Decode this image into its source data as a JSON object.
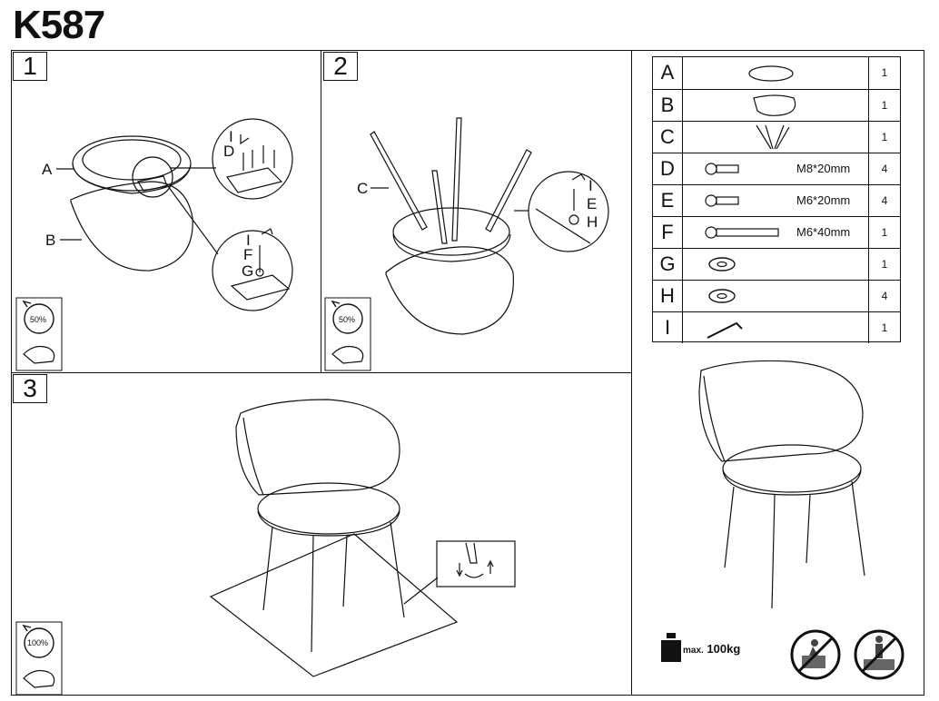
{
  "title": "K587",
  "steps": [
    {
      "number": "1",
      "rotation": "50%"
    },
    {
      "number": "2",
      "rotation": "50%"
    },
    {
      "number": "3",
      "rotation": "100%"
    }
  ],
  "callouts": {
    "step1": {
      "a": "A",
      "b": "B",
      "i1": "I",
      "d": "D",
      "i2": "I",
      "f": "F",
      "g": "G"
    },
    "step2": {
      "c": "C",
      "i": "I",
      "e": "E",
      "h": "H"
    }
  },
  "parts": [
    {
      "letter": "A",
      "dim": "",
      "qty": "1",
      "icon": "seat-icon"
    },
    {
      "letter": "B",
      "dim": "",
      "qty": "1",
      "icon": "backrest-icon"
    },
    {
      "letter": "C",
      "dim": "",
      "qty": "1",
      "icon": "legs-icon"
    },
    {
      "letter": "D",
      "dim": "M8*20mm",
      "qty": "4",
      "icon": "bolt-icon"
    },
    {
      "letter": "E",
      "dim": "M6*20mm",
      "qty": "4",
      "icon": "bolt-icon"
    },
    {
      "letter": "F",
      "dim": "M6*40mm",
      "qty": "1",
      "icon": "long-bolt-icon"
    },
    {
      "letter": "G",
      "dim": "",
      "qty": "1",
      "icon": "washer-icon"
    },
    {
      "letter": "H",
      "dim": "",
      "qty": "4",
      "icon": "washer-icon"
    },
    {
      "letter": "I",
      "dim": "",
      "qty": "1",
      "icon": "allen-key-icon"
    }
  ],
  "max_load": {
    "prefix": "max.",
    "value": "100kg"
  }
}
